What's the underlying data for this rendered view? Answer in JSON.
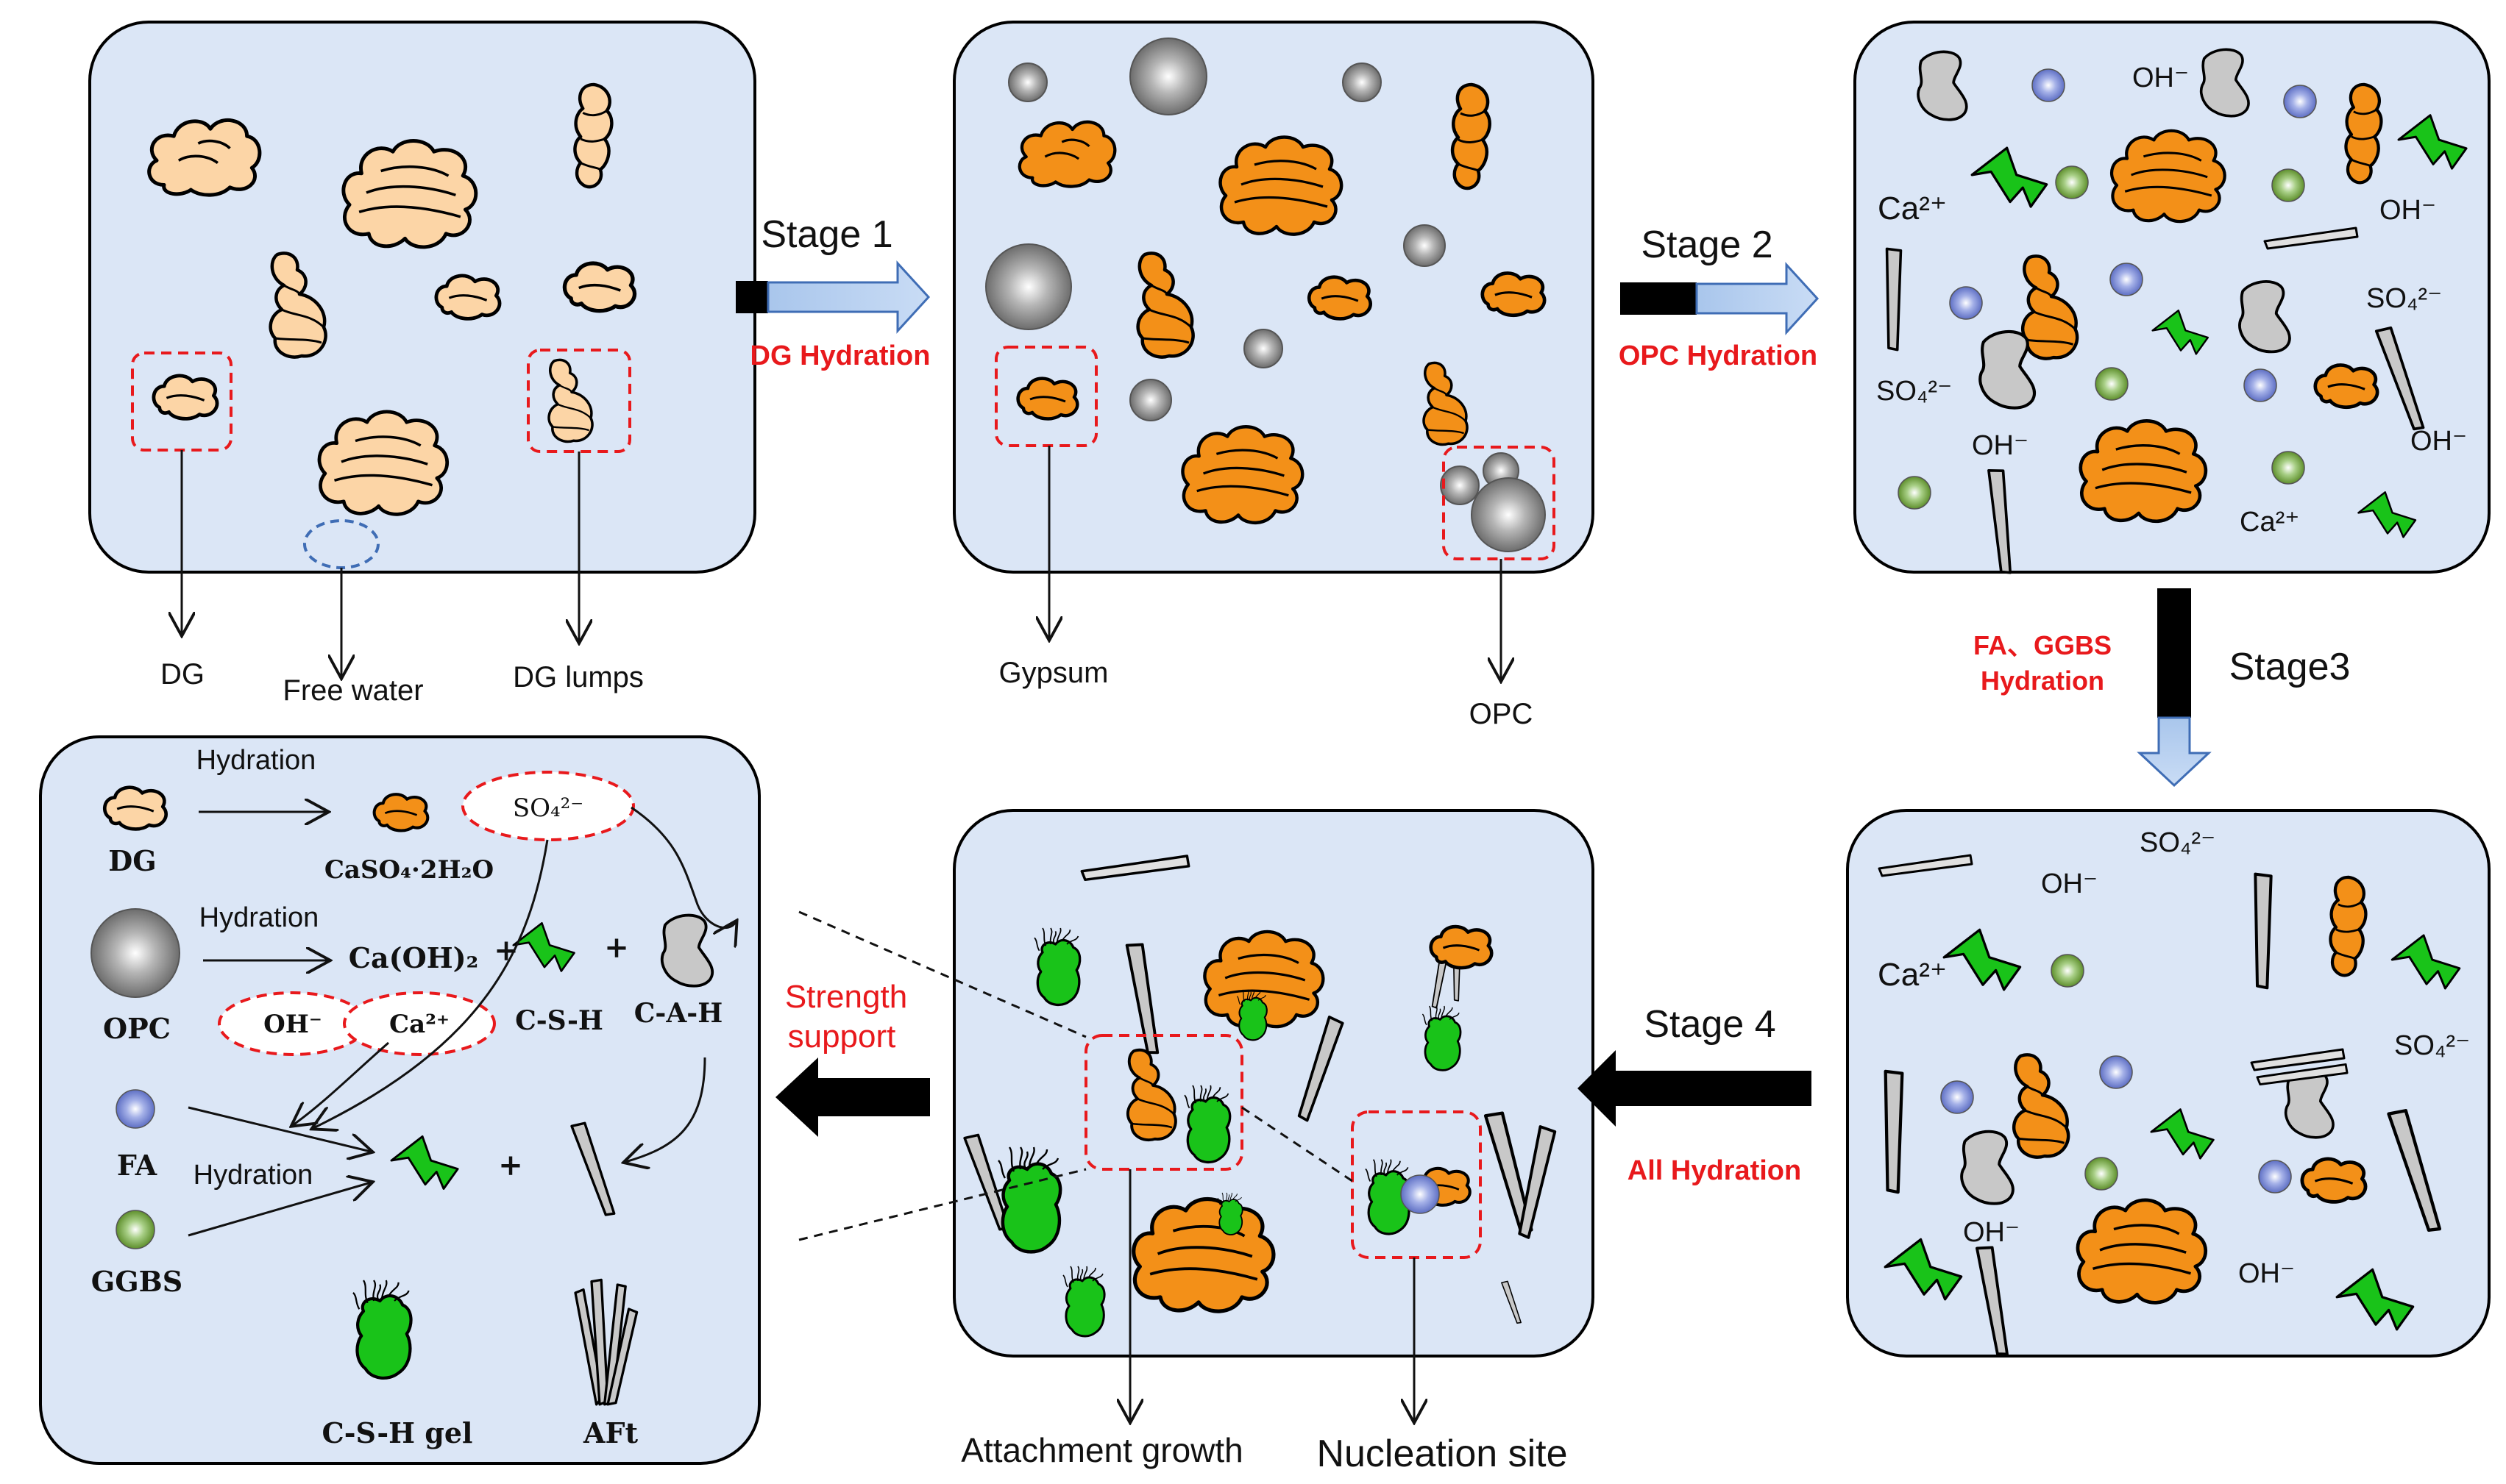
{
  "colors": {
    "panel": "#dbe6f6",
    "dg_light": "#fcd5a6",
    "gypsum": "#f39018",
    "csh": "#19c319",
    "ca_ion": "#6f9e38",
    "fa": "#7f8fd6",
    "dashed_red": "#e8191c",
    "dashed_blue": "#3f6db5"
  },
  "stages": {
    "s1": {
      "name": "Stage 1",
      "process": "DG Hydration"
    },
    "s2": {
      "name": "Stage 2",
      "process": "OPC Hydration"
    },
    "s3": {
      "name": "Stage3",
      "process_line1": "FA、GGBS",
      "process_line2": "Hydration"
    },
    "s4": {
      "name": "Stage 4",
      "process": "All Hydration"
    },
    "strength": {
      "line1": "Strength",
      "line2": "support"
    }
  },
  "panel1": {
    "dg": "DG",
    "free_water": "Free water",
    "dg_lumps": "DG lumps"
  },
  "panel2": {
    "gypsum": "Gypsum",
    "opc": "OPC"
  },
  "ions": {
    "oh": "OH⁻",
    "ca": "Ca²⁺",
    "so4": "SO₄²⁻"
  },
  "panel5": {
    "attachment_growth": "Attachment growth",
    "nucleation_site": "Nucleation site"
  },
  "legend": {
    "hydration": "Hydration",
    "dg": "DG",
    "caso4": "CaSO₄·2H₂O",
    "so4": "SO₄²⁻",
    "opc": "OPC",
    "caoh2": "Ca(OH)₂",
    "plus": "+",
    "oh": "OH⁻",
    "ca": "Ca²⁺",
    "csh": "C-S-H",
    "cah": "C-A-H",
    "fa": "FA",
    "ggbs": "GGBS",
    "csh_gel": "C-S-H gel",
    "aft": "AFt"
  }
}
